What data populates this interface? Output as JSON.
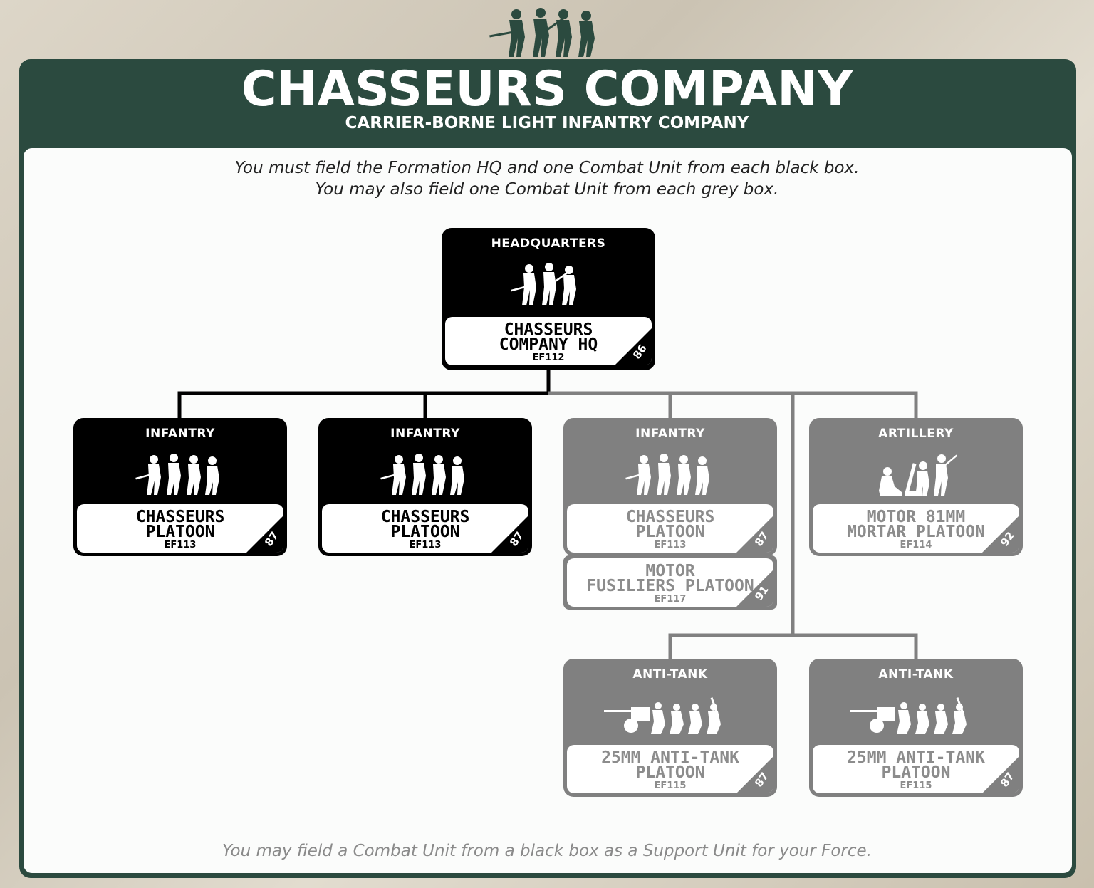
{
  "header": {
    "title": "CHASSEURS COMPANY",
    "subtitle": "CARRIER-BORNE LIGHT INFANTRY COMPANY"
  },
  "instructions": {
    "line1": "You must field the Formation HQ and one Combat Unit from each black box.",
    "line2": "You may also field one Combat Unit from each grey box.",
    "footer": "You may field a Combat Unit from a black box as a Support Unit for your Force."
  },
  "colors": {
    "frame": "#2b4a3f",
    "black_box": "#000000",
    "grey_box": "#808080"
  },
  "hq": {
    "category": "HEADQUARTERS",
    "name1": "CHASSEURS",
    "name2": "COMPANY HQ",
    "code": "EF112",
    "page": "86",
    "style": "black"
  },
  "units": [
    {
      "category": "INFANTRY",
      "name1": "CHASSEURS",
      "name2": "PLATOON",
      "code": "EF113",
      "page": "87",
      "style": "black"
    },
    {
      "category": "INFANTRY",
      "name1": "CHASSEURS",
      "name2": "PLATOON",
      "code": "EF113",
      "page": "87",
      "style": "black"
    },
    {
      "category": "INFANTRY",
      "name1": "CHASSEURS",
      "name2": "PLATOON",
      "code": "EF113",
      "page": "87",
      "style": "grey",
      "alt": {
        "name1": "MOTOR",
        "name2": "FUSILIERS PLATOON",
        "code": "EF117",
        "page": "91"
      }
    },
    {
      "category": "ARTILLERY",
      "name1": "MOTOR 81MM",
      "name2": "MORTAR PLATOON",
      "code": "EF114",
      "page": "92",
      "style": "grey"
    },
    {
      "category": "ANTI-TANK",
      "name1": "25MM ANTI-TANK",
      "name2": "PLATOON",
      "code": "EF115",
      "page": "87",
      "style": "grey"
    },
    {
      "category": "ANTI-TANK",
      "name1": "25MM ANTI-TANK",
      "name2": "PLATOON",
      "code": "EF115",
      "page": "87",
      "style": "grey"
    }
  ],
  "icons": [
    "soldiers-emblem-icon",
    "infantry-squad-icon",
    "mortar-crew-icon",
    "anti-tank-gun-icon"
  ]
}
